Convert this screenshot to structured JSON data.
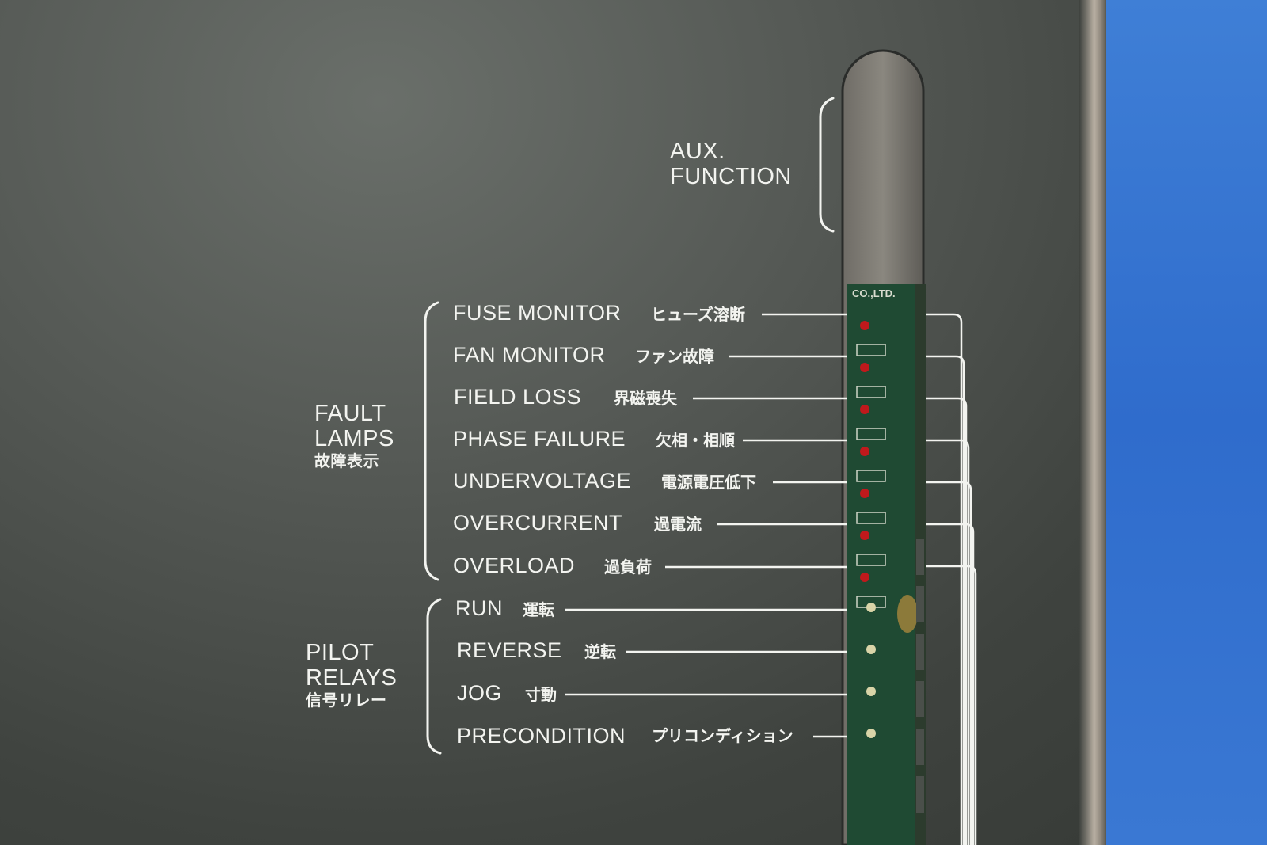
{
  "aux": {
    "line1": "AUX.",
    "line2": "FUNCTION"
  },
  "fault_group": {
    "line1": "FAULT",
    "line2": "LAMPS",
    "jp": "故障表示"
  },
  "pilot_group": {
    "line1": "PILOT",
    "line2": "RELAYS",
    "jp": "信号リレー"
  },
  "fault_items": [
    {
      "en": "FUSE MONITOR",
      "jp": "ヒューズ溶断"
    },
    {
      "en": "FAN MONITOR",
      "jp": "ファン故障"
    },
    {
      "en": "FIELD LOSS",
      "jp": "界磁喪失"
    },
    {
      "en": "PHASE FAILURE",
      "jp": "欠相・相順"
    },
    {
      "en": "UNDERVOLTAGE",
      "jp": "電源電圧低下"
    },
    {
      "en": "OVERCURRENT",
      "jp": "過電流"
    },
    {
      "en": "OVERLOAD",
      "jp": "過負荷"
    }
  ],
  "pilot_items": [
    {
      "en": "RUN",
      "jp": "運転"
    },
    {
      "en": "REVERSE",
      "jp": "逆転"
    },
    {
      "en": "JOG",
      "jp": "寸動"
    },
    {
      "en": "PRECONDITION",
      "jp": "プリコンディション"
    }
  ],
  "pcb_text": "CO.,LTD.",
  "colors": {
    "panel": "#4b4f4b",
    "ink": "#f3f4f0",
    "pcb": "#1f4a33",
    "led": "#c0191c",
    "sky": "#3373d0"
  }
}
